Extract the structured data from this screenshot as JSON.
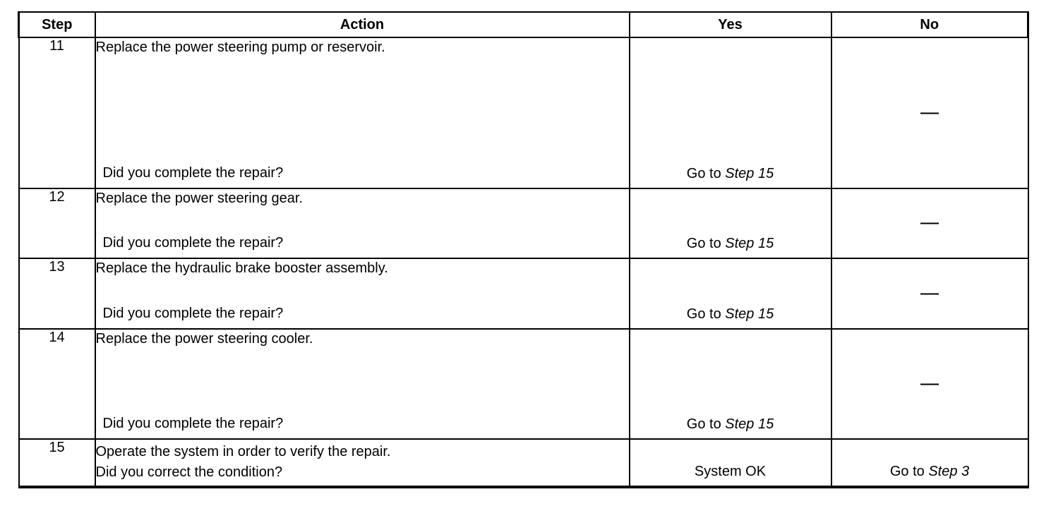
{
  "table": {
    "columns": [
      {
        "key": "step",
        "label": "Step"
      },
      {
        "key": "action",
        "label": "Action"
      },
      {
        "key": "yes",
        "label": "Yes"
      },
      {
        "key": "no",
        "label": "No"
      }
    ],
    "rows": [
      {
        "step": "11",
        "action_title": "Replace the power steering pump or reservoir.",
        "action_question": "Did you complete the repair?",
        "yes_prefix": "Go to ",
        "yes_target": "Step 15",
        "no": "—"
      },
      {
        "step": "12",
        "action_title": "Replace the power steering gear.",
        "action_question": "Did you complete the repair?",
        "yes_prefix": "Go to ",
        "yes_target": "Step 15",
        "no": "—"
      },
      {
        "step": "13",
        "action_title": "Replace the hydraulic brake booster assembly.",
        "action_question": "Did you complete the repair?",
        "yes_prefix": "Go to ",
        "yes_target": "Step 15",
        "no": "—"
      },
      {
        "step": "14",
        "action_title": "Replace the power steering cooler.",
        "action_question": "Did you complete the repair?",
        "yes_prefix": "Go to ",
        "yes_target": "Step 15",
        "no": "—"
      },
      {
        "step": "15",
        "action_title": "Operate the system in order to verify the repair.",
        "action_question": "Did you correct the condition?",
        "yes_prefix": "System OK",
        "yes_target": "",
        "no_prefix": "Go to ",
        "no_target": "Step 3"
      }
    ]
  },
  "colors": {
    "ink": "#000000",
    "paper": "#ffffff"
  }
}
